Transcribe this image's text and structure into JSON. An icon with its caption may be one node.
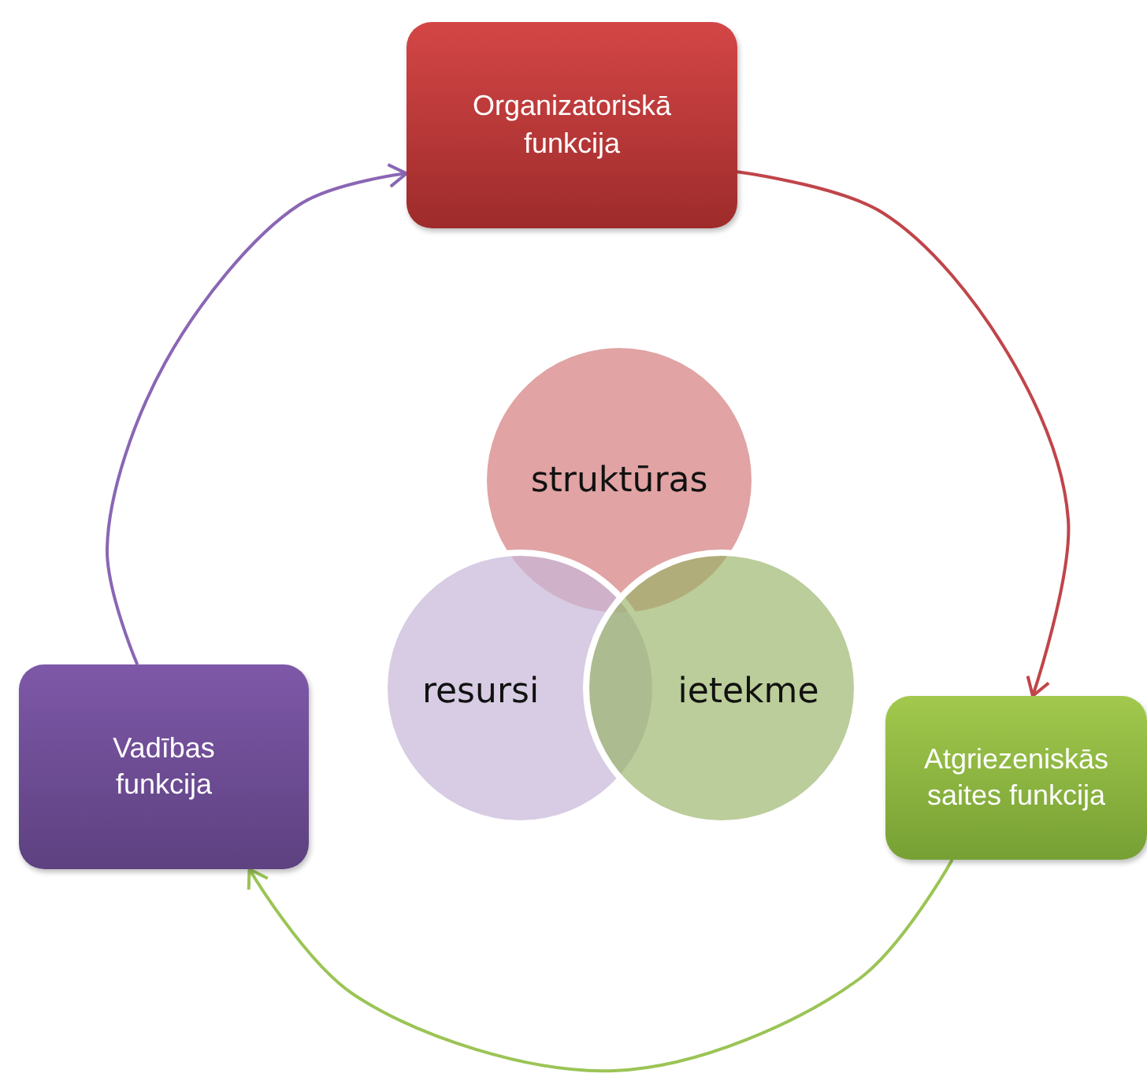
{
  "diagram": {
    "nodes": [
      {
        "text": [
          "Organizatoriskā funkcija"
        ]
      },
      {
        "text": [
          "Atgriezeniskās saites funkcija"
        ]
      },
      {
        "text": [
          "Vadības funkcija"
        ]
      },
      {
        "text": [
          "struktūras"
        ]
      },
      {
        "text": [
          "resursi"
        ]
      },
      {
        "text": [
          "ietekme"
        ]
      }
    ],
    "edges": [
      {
        "from": 0,
        "to": 1,
        "arrow": "to",
        "color": "#c0454a"
      },
      {
        "from": 1,
        "to": 2,
        "arrow": "to",
        "color": "#9bc455"
      },
      {
        "from": 2,
        "to": 0,
        "arrow": "to",
        "color": "#8a66b4"
      }
    ]
  }
}
